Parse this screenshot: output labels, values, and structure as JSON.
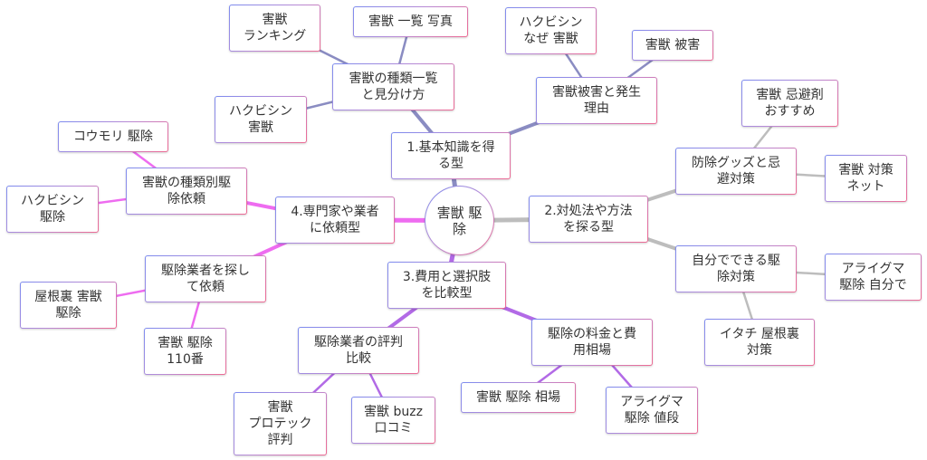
{
  "title": "害獣 駆除",
  "colors": {
    "branch1": "#8a8cc2",
    "branch2": "#bdbdbd",
    "branch3": "#b26ae6",
    "branch4": "#ee6cf0",
    "border_start": "#7d8cf0",
    "border_end": "#ee6a93",
    "text": "#333333"
  },
  "root": {
    "id": "root",
    "label": "害獣 駆除"
  },
  "branches": [
    {
      "id": "b1",
      "label": "1.基本知識を得\nる型",
      "color_key": "branch1",
      "children": [
        {
          "id": "b1c1",
          "label": "害獣の種類一覧\nと見分け方",
          "children": [
            {
              "id": "b1c1a",
              "label": "害獣\nランキング"
            },
            {
              "id": "b1c1b",
              "label": "害獣 一覧 写真"
            },
            {
              "id": "b1c1c",
              "label": "ハクビシン\n害獣"
            }
          ]
        },
        {
          "id": "b1c2",
          "label": "害獣被害と発生\n理由",
          "children": [
            {
              "id": "b1c2a",
              "label": "ハクビシン\nなぜ 害獣"
            },
            {
              "id": "b1c2b",
              "label": "害獣 被害"
            }
          ]
        }
      ]
    },
    {
      "id": "b2",
      "label": "2.対処法や方法\nを探る型",
      "color_key": "branch2",
      "children": [
        {
          "id": "b2c1",
          "label": "防除グッズと忌\n避対策",
          "children": [
            {
              "id": "b2c1a",
              "label": "害獣 忌避剤\nおすすめ"
            },
            {
              "id": "b2c1b",
              "label": "害獣 対策\nネット"
            }
          ]
        },
        {
          "id": "b2c2",
          "label": "自分でできる駆\n除対策",
          "children": [
            {
              "id": "b2c2a",
              "label": "アライグマ\n駆除 自分で"
            },
            {
              "id": "b2c2b",
              "label": "イタチ 屋根裏\n対策"
            }
          ]
        }
      ]
    },
    {
      "id": "b3",
      "label": "3.費用と選択肢\nを比較型",
      "color_key": "branch3",
      "children": [
        {
          "id": "b3c1",
          "label": "駆除業者の評判\n比較",
          "children": [
            {
              "id": "b3c1a",
              "label": "害獣\nプロテック\n評判"
            },
            {
              "id": "b3c1b",
              "label": "害獣 buzz\n口コミ"
            }
          ]
        },
        {
          "id": "b3c2",
          "label": "駆除の料金と費\n用相場",
          "children": [
            {
              "id": "b3c2a",
              "label": "害獣 駆除 相場"
            },
            {
              "id": "b3c2b",
              "label": "アライグマ\n駆除 値段"
            }
          ]
        }
      ]
    },
    {
      "id": "b4",
      "label": "4.専門家や業者\nに依頼型",
      "color_key": "branch4",
      "children": [
        {
          "id": "b4c1",
          "label": "害獣の種類別駆\n除依頼",
          "children": [
            {
              "id": "b4c1a",
              "label": "コウモリ 駆除"
            },
            {
              "id": "b4c1b",
              "label": "ハクビシン\n駆除"
            }
          ]
        },
        {
          "id": "b4c2",
          "label": "駆除業者を探し\nて依頼",
          "children": [
            {
              "id": "b4c2a",
              "label": "屋根裏 害獣\n駆除"
            },
            {
              "id": "b4c2b",
              "label": "害獣 駆除\n110番"
            }
          ]
        }
      ]
    }
  ]
}
